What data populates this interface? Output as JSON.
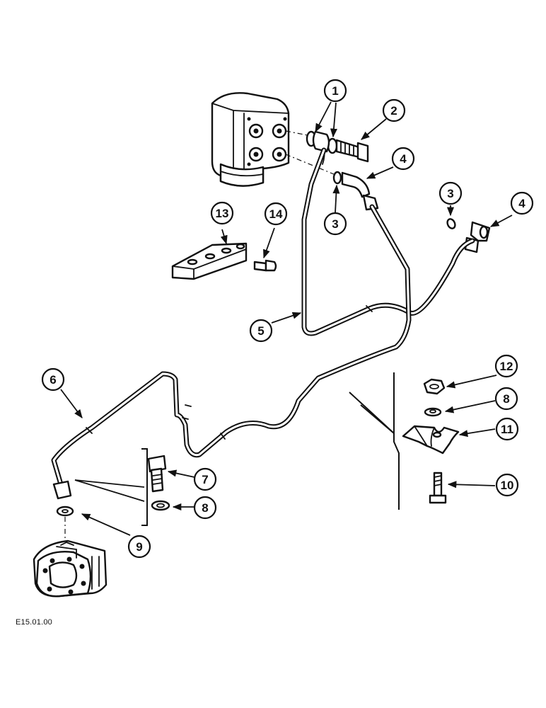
{
  "reference_code": "E15.01.00",
  "callouts": [
    {
      "label": "1"
    },
    {
      "label": "2"
    },
    {
      "label": "3"
    },
    {
      "label": "3"
    },
    {
      "label": "4"
    },
    {
      "label": "4"
    },
    {
      "label": "5"
    },
    {
      "label": "6"
    },
    {
      "label": "7"
    },
    {
      "label": "8"
    },
    {
      "label": "8"
    },
    {
      "label": "9"
    },
    {
      "label": "10"
    },
    {
      "label": "11"
    },
    {
      "label": "12"
    },
    {
      "label": "13"
    },
    {
      "label": "14"
    }
  ]
}
